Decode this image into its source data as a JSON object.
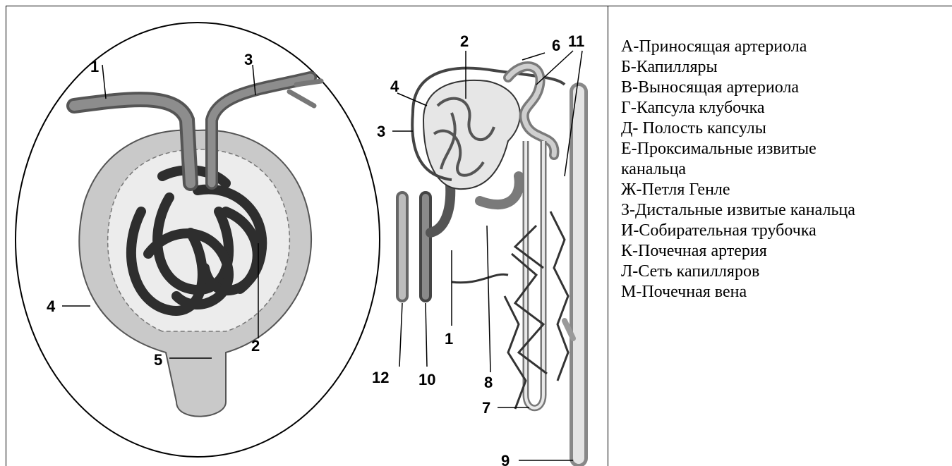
{
  "figure": {
    "left_panel": {
      "labels": [
        "1",
        "2",
        "3",
        "4",
        "5"
      ]
    },
    "middle_panel": {
      "labels": [
        "1",
        "2",
        "3",
        "4",
        "6",
        "7",
        "8",
        "9",
        "10",
        "11",
        "12"
      ]
    }
  },
  "legend": {
    "items": [
      "А-Приносящая артериола",
      "Б-Капилляры",
      "В-Выносящая артериола",
      "Г-Капсула клубочка",
      "Д- Полость капсулы",
      "Е-Проксимальные извитые",
      "канальца",
      "Ж-Петля Генле",
      "З-Дистальные извитые канальца",
      "И-Собирательная трубочка",
      "К-Почечная артерия",
      "Л-Сеть капилляров",
      "М-Почечная вена"
    ]
  }
}
